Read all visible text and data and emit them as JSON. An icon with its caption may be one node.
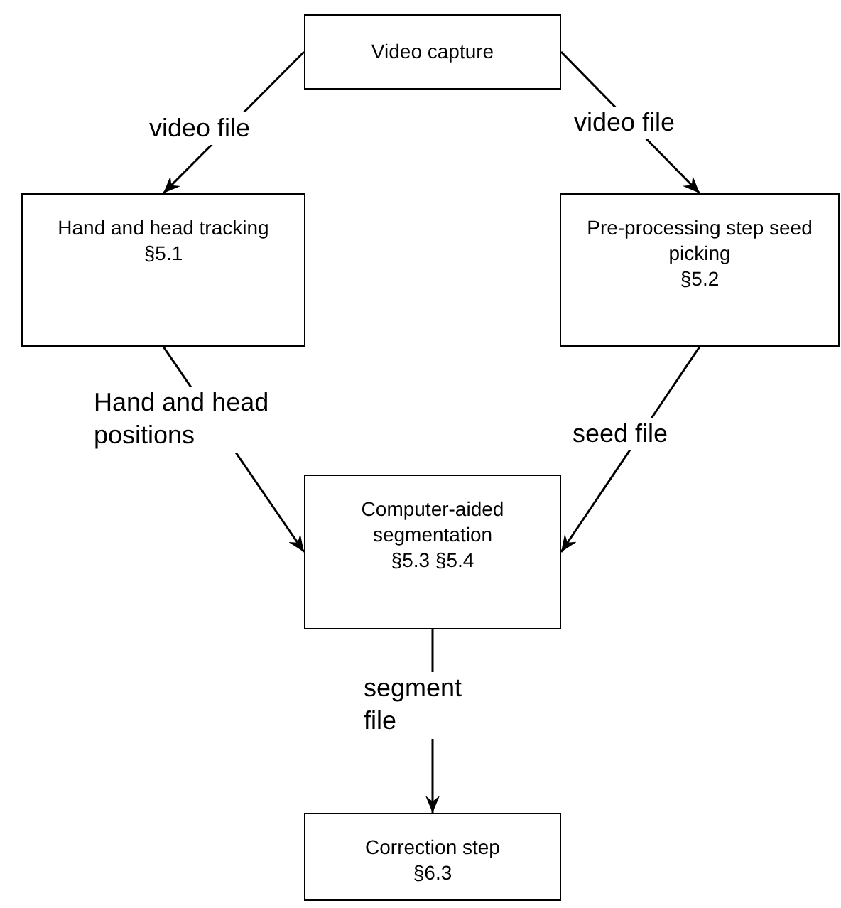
{
  "diagram": {
    "nodes": [
      {
        "text": [
          "Video capture"
        ]
      },
      {
        "text": [
          "Hand and head tracking",
          "§5.1"
        ]
      },
      {
        "text": [
          "Pre-processing step seed picking",
          "§5.2"
        ]
      },
      {
        "text": [
          "Computer-aided segmentation",
          "§5.3 §5.4"
        ]
      },
      {
        "text": [
          "Correction step",
          "§6.3"
        ]
      }
    ],
    "edges": [
      {
        "from": 0,
        "to": 1,
        "arrow": "to",
        "label": "video file"
      },
      {
        "from": 0,
        "to": 2,
        "arrow": "to",
        "label": "video file"
      },
      {
        "from": 1,
        "to": 3,
        "arrow": "to",
        "label": "Hand and head positions"
      },
      {
        "from": 2,
        "to": 3,
        "arrow": "to",
        "label": "seed file"
      },
      {
        "from": 3,
        "to": 4,
        "arrow": "to",
        "label": "segment file"
      }
    ]
  }
}
